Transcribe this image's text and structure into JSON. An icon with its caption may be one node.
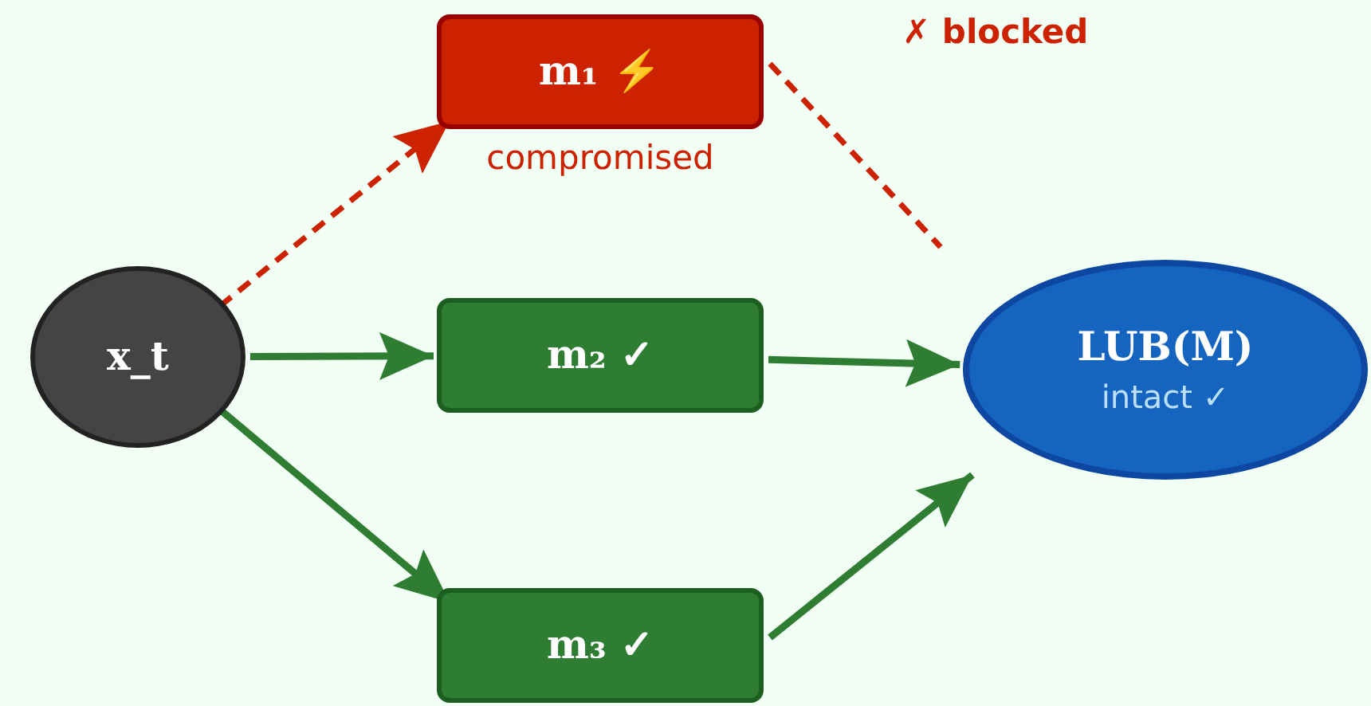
{
  "diagram": {
    "nodes": [
      {
        "text": [
          "x_t"
        ]
      },
      {
        "text": [
          "m₁ ⚡"
        ],
        "beside": [
          "compromised"
        ]
      },
      {
        "text": [
          "m₂ ✓"
        ]
      },
      {
        "text": [
          "m₃ ✓"
        ]
      },
      {
        "text": [
          "LUB(M)",
          "intact ✓"
        ]
      }
    ],
    "edges": [
      {
        "from": 0,
        "to": 1,
        "arrow": "to",
        "style": "dashed",
        "color": "#cc2200"
      },
      {
        "from": 1,
        "to": null,
        "arrow": "none",
        "style": "dashed",
        "color": "#cc2200"
      },
      {
        "from": 0,
        "to": 2,
        "arrow": "to"
      },
      {
        "from": 2,
        "to": 4,
        "arrow": "to"
      },
      {
        "from": 0,
        "to": 3,
        "arrow": "to"
      },
      {
        "from": 3,
        "to": 4,
        "arrow": "to"
      }
    ],
    "labels": [
      "✗ blocked"
    ]
  }
}
